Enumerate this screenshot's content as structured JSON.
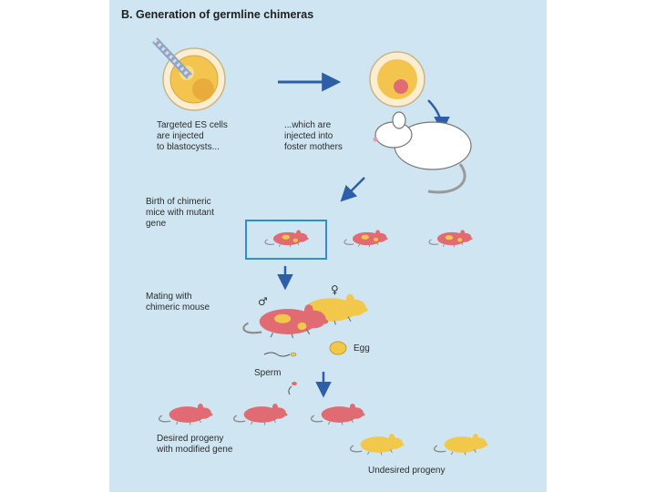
{
  "figure": {
    "title": "B.  Generation of germline chimeras",
    "colors": {
      "panel_background": "#cfe6f2",
      "wild_type_mouse": "#f2c84b",
      "chimeric_mouse": "#e06b72",
      "foster_mouse": "#ffffff",
      "arrow": "#2f5ea8",
      "highlight_box": "#2f8fc8"
    },
    "labels": {
      "step_injection": "Targeted ES cells\nare injected\nto blastocysts...",
      "step_foster": "...which are\ninjected into\nfoster mothers",
      "step_birth": "Birth of chimeric\nmice with mutant\ngene",
      "step_mating": "Mating with\nchimeric mouse",
      "egg": "Egg",
      "sperm": "Sperm",
      "desired": "Desired progeny\nwith modified gene",
      "undesired": "Undesired progeny",
      "male_symbol": "♂",
      "female_symbol": "♀"
    }
  }
}
